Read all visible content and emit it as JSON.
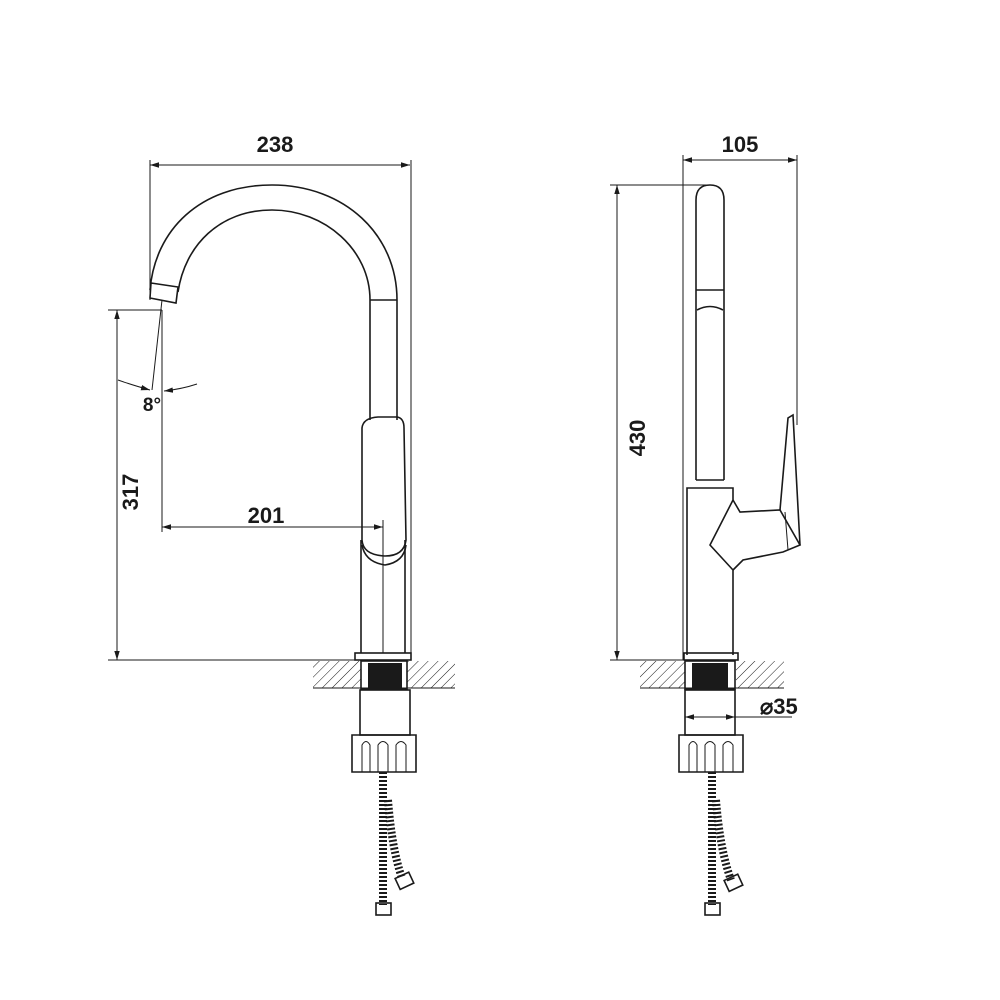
{
  "side_view": {
    "width_label": "238",
    "height_label": "317",
    "angle_label": "8°",
    "reach_label": "201"
  },
  "front_view": {
    "depth_label": "105",
    "height_label": "430",
    "diameter_label": "⌀35"
  },
  "colors": {
    "line": "#1a1a1a",
    "background": "#ffffff"
  }
}
